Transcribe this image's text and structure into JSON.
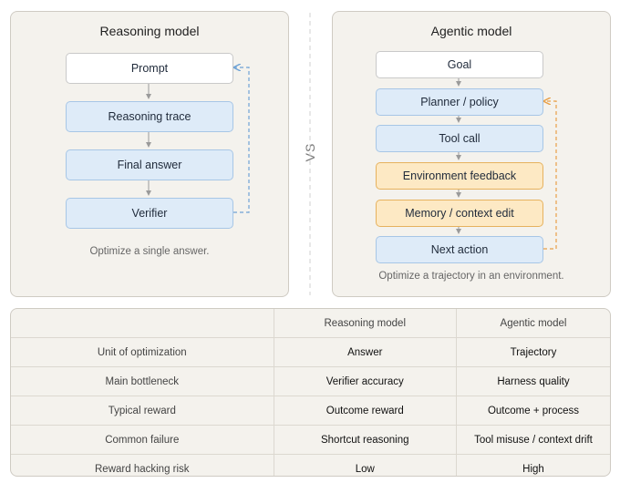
{
  "reasoning": {
    "title": "Reasoning model",
    "steps": [
      "Prompt",
      "Reasoning trace",
      "Final answer",
      "Verifier"
    ],
    "caption": "Optimize a single answer."
  },
  "agentic": {
    "title": "Agentic model",
    "steps": [
      "Goal",
      "Planner / policy",
      "Tool call",
      "Environment feedback",
      "Memory / context edit",
      "Next action"
    ],
    "caption": "Optimize a trajectory in an environment."
  },
  "vs_label": "VS",
  "colors": {
    "blue_fill": "#deebf8",
    "blue_border": "#a7c6e6",
    "orange_fill": "#fde9c4",
    "orange_border": "#e6b25e",
    "blue_dashed": "#6fa3d6",
    "orange_dashed": "#e8a048"
  },
  "table": {
    "headers": [
      "",
      "Reasoning model",
      "Agentic model"
    ],
    "rows": [
      [
        "Unit of optimization",
        "Answer",
        "Trajectory"
      ],
      [
        "Main bottleneck",
        "Verifier accuracy",
        "Harness quality"
      ],
      [
        "Typical reward",
        "Outcome reward",
        "Outcome + process"
      ],
      [
        "Common failure",
        "Shortcut reasoning",
        "Tool misuse / context drift"
      ],
      [
        "Reward hacking risk",
        "Low",
        "High"
      ]
    ]
  }
}
